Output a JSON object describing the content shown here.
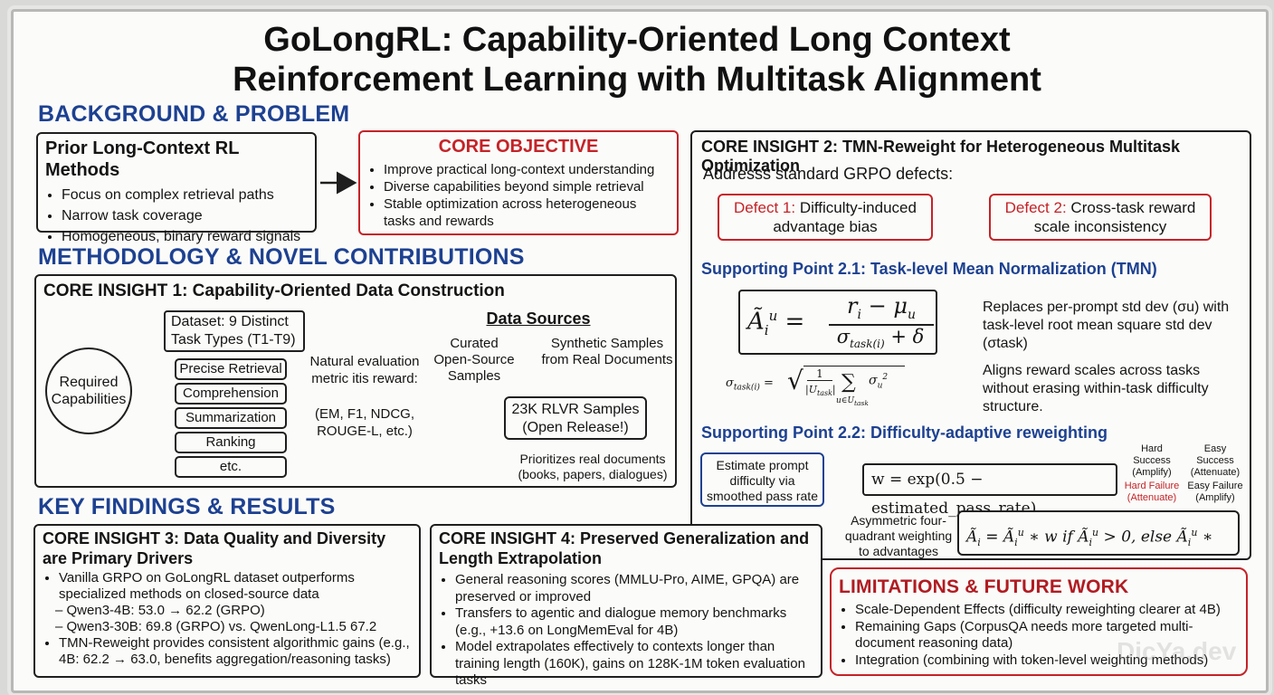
{
  "title": {
    "line1": "GoLongRL: Capability-Oriented Long Context",
    "line2": "Reinforcement Learning with Multitask Alignment"
  },
  "background": {
    "heading": "BACKGROUND & PROBLEM",
    "prior": {
      "title": "Prior Long-Context RL Methods",
      "items": [
        "Focus on complex retrieval paths",
        "Narrow task coverage",
        "Homogeneous, binary reward signals"
      ]
    },
    "objective": {
      "title": "CORE OBJECTIVE",
      "items": [
        "Improve practical long-context understanding",
        "Diverse capabilities beyond simple retrieval",
        "Stable optimization across heterogeneous tasks and rewards"
      ]
    }
  },
  "methodology": {
    "heading": "METHODOLOGY & NOVEL CONTRIBUTIONS",
    "insight1": {
      "title": "CORE INSIGHT 1: Capability-Oriented Data Construction",
      "required": "Required Capabilities",
      "dataset": "Dataset: 9 Distinct Task Types (T1-T9)",
      "capabilities": [
        "Precise Retrieval",
        "Comprehension",
        "Summarization",
        "Ranking",
        "etc."
      ],
      "metric": "Natural evaluation metric itis reward:",
      "metric_examples": "(EM, F1, NDCG, ROUGE-L, etc.)",
      "sources_title": "Data Sources",
      "curated": "Curated Open-Source Samples",
      "synthetic": "Synthetic Samples from Real Documents",
      "samples": "23K RLVR Samples (Open Release!)",
      "prioritizes": "Prioritizes real documents (books, papers, dialogues)"
    }
  },
  "insight2": {
    "title": "CORE INSIGHT 2: TMN-Reweight for Heterogeneous Multitask Optimization",
    "subtitle": "Addresss standard GRPO defects:",
    "defect1_label": "Defect 1:",
    "defect1_text": "Difficulty-induced advantage bias",
    "defect2_label": "Defect 2:",
    "defect2_text": "Cross-task reward scale inconsistency",
    "sp21": "Supporting Point 2.1: Task-level Mean Normalization (TMN)",
    "sp21_note1": "Replaces per-prompt std dev (σu) with task-level root mean square std dev (σtask)",
    "sp21_note2": "Aligns reward scales across tasks without erasing within-task difficulty structure.",
    "sp22": "Supporting Point 2.2: Difficulty-adaptive reweighting",
    "estimate": "Estimate prompt difficulty via smoothed pass rate",
    "weight_formula": "w = exp(0.5 − estimated_pass_rate)",
    "asym": "Asymmetric four-quadrant weighting to advantages",
    "quadrants": {
      "hard_success": "Hard Success (Amplify)",
      "easy_success": "Easy Success (Attenuate)",
      "hard_failure": "Hard Failure (Attenuate)",
      "easy_failure": "Easy Failure (Amplify)"
    }
  },
  "findings": {
    "heading": "KEY FINDINGS & RESULTS",
    "insight3": {
      "title": "CORE INSIGHT 3: Data Quality and Diversity are Primary Drivers",
      "b1": "Vanilla GRPO on GoLongRL dataset outperforms specialized methods on closed-source data",
      "sub1": "Qwen3-4B: 53.0 → 62.2 (GRPO)",
      "sub2": "Qwen3-30B: 69.8 (GRPO) vs. QwenLong-L1.5 67.2",
      "b2": "TMN-Reweight provides consistent algorithmic gains (e.g., 4B: 62.2 → 63.0, benefits aggregation/reasoning tasks)"
    },
    "insight4": {
      "title": "CORE INSIGHT 4: Preserved Generalization and Length Extrapolation",
      "items": [
        "General reasoning scores (MMLU-Pro, AIME, GPQA) are preserved or improved",
        "Transfers to agentic and dialogue memory benchmarks (e.g., +13.6 on LongMemEval for 4B)",
        "Model extrapolates effectively to contexts longer than training length (160K), gains on 128K-1M token evaluation tasks"
      ]
    }
  },
  "limitations": {
    "heading": "LIMITATIONS & FUTURE WORK",
    "items": [
      "Scale-Dependent Effects (difficulty reweighting clearer at 4B)",
      "Remaining Gaps (CorpusQA needs more targeted multi-document reasoning data)",
      "Integration (combining with token-level weighting methods)"
    ]
  },
  "watermark": "DicYa.dev"
}
